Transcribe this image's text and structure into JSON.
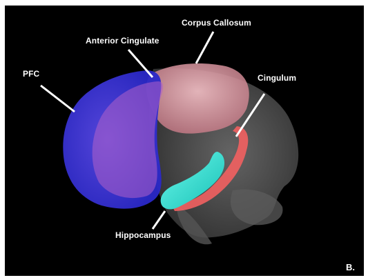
{
  "figure": {
    "labels": {
      "corpus_callosum": "Corpus Callosum",
      "anterior_cingulate": "Anterior Cingulate",
      "pfc": "PFC",
      "cingulum": "Cingulum",
      "hippocampus": "Hippocampus"
    },
    "panel_letter": "B."
  },
  "colors": {
    "background": "#000000",
    "pfc": "#3a3ad8",
    "anterior_cingulate": "#b060c8",
    "corpus_callosum": "#e8a0a8",
    "cingulum": "#f26060",
    "hippocampus": "#30e0d0",
    "brain_tissue": "#6a6a6a"
  }
}
